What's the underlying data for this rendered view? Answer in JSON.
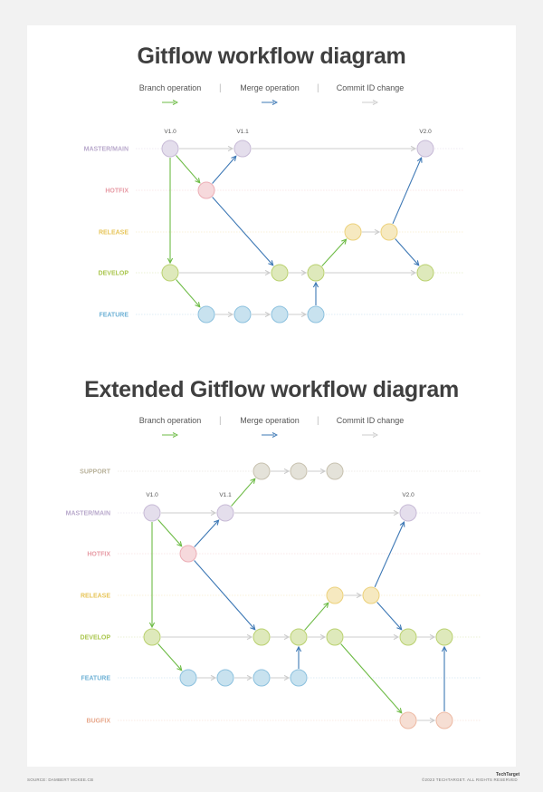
{
  "diagram1": {
    "title": "Gitflow workflow diagram",
    "legend": {
      "branch": "Branch operation",
      "merge": "Merge operation",
      "commit": "Commit ID change"
    },
    "lanes": [
      {
        "id": "master",
        "label": "MASTER/MAIN",
        "color": "#b9a9cc"
      },
      {
        "id": "hotfix",
        "label": "HOTFIX",
        "color": "#e79aa4"
      },
      {
        "id": "release",
        "label": "RELEASE",
        "color": "#e7c55a"
      },
      {
        "id": "develop",
        "label": "DEVELOP",
        "color": "#a9c64c"
      },
      {
        "id": "feature",
        "label": "FEATURE",
        "color": "#6fb2d6"
      }
    ],
    "versions": [
      "V1.0",
      "V1.1",
      "V2.0"
    ]
  },
  "diagram2": {
    "title": "Extended Gitflow workflow diagram",
    "legend": {
      "branch": "Branch operation",
      "merge": "Merge operation",
      "commit": "Commit ID change"
    },
    "lanes": [
      {
        "id": "support",
        "label": "SUPPORT",
        "color": "#b9b29b"
      },
      {
        "id": "master",
        "label": "MASTER/MAIN",
        "color": "#b9a9cc"
      },
      {
        "id": "hotfix",
        "label": "HOTFIX",
        "color": "#e79aa4"
      },
      {
        "id": "release",
        "label": "RELEASE",
        "color": "#e7c55a"
      },
      {
        "id": "develop",
        "label": "DEVELOP",
        "color": "#a9c64c"
      },
      {
        "id": "feature",
        "label": "FEATURE",
        "color": "#6fb2d6"
      },
      {
        "id": "bugfix",
        "label": "BUGFIX",
        "color": "#e8a88c"
      }
    ],
    "versions": [
      "V1.0",
      "V1.1",
      "V2.0"
    ]
  },
  "colors": {
    "branch_arrow": "#6dbb45",
    "merge_arrow": "#3d78b5",
    "commit_arrow": "#cccccc"
  },
  "footer": {
    "source": "SOURCE: DAMBERT MCKEE.CB",
    "copyright": "©2023 TECHTARGET. ALL RIGHTS RESERVED",
    "brand": "TechTarget"
  }
}
